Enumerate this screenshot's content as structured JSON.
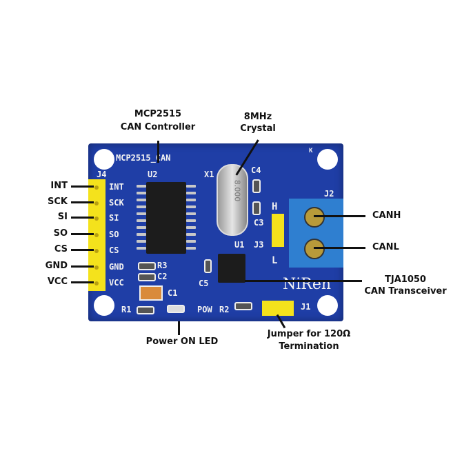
{
  "callouts": {
    "mcp_name": "MCP2515",
    "mcp_desc": "CAN Controller",
    "crystal_freq": "8MHz",
    "crystal_desc": "Crystal",
    "canh": "CANH",
    "canl": "CANL",
    "tja_name": "TJA1050",
    "tja_desc": "CAN Transceiver",
    "led": "Power ON LED",
    "jumper_line1": "Jumper for 120Ω",
    "jumper_line2": "Termination"
  },
  "pins": [
    "INT",
    "SCK",
    "SI",
    "SO",
    "CS",
    "GND",
    "VCC"
  ],
  "silkscreen": {
    "board_name": "MCP2515_CAN",
    "j4": "J4",
    "u2": "U2",
    "x1": "X1",
    "c4": "C4",
    "c3": "C3",
    "h": "H",
    "l": "L",
    "j3": "J3",
    "j2": "J2",
    "u1": "U1",
    "c5": "C5",
    "r3": "R3",
    "c2": "C2",
    "c1": "C1",
    "r1": "R1",
    "pow": "POW",
    "r2": "R2",
    "j1": "J1",
    "brand": "NiRen",
    "k": "K",
    "crystal_mark": "8.000"
  },
  "colors": {
    "board": "#1f3ea6",
    "header": "#f4e21c",
    "terminal": "#2f7fd0"
  }
}
